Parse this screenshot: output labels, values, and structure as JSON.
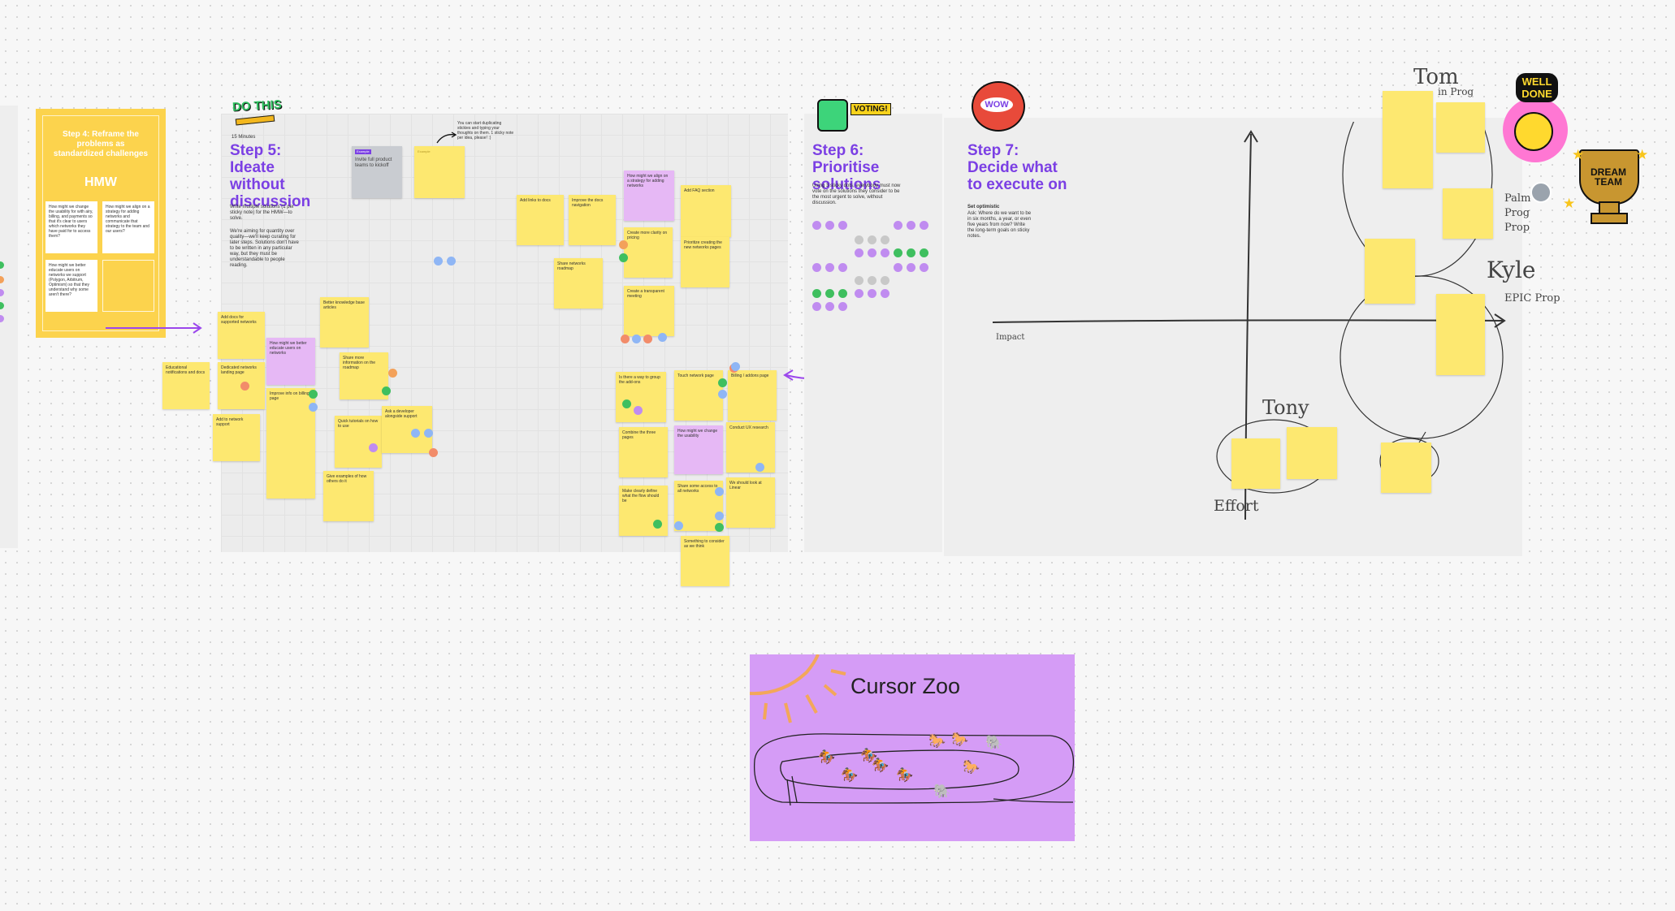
{
  "step4": {
    "title": "Step 4: Reframe the problems as standardized challenges",
    "hmw": "HMW",
    "cards": [
      "How might we change the usability for with airy, billing, and payments so that it's clear to users which networks they have paid for to access them?",
      "How might we align on a strategy for adding networks and communicate that strategy to the team and our users?",
      "How might we better educate users on networks we support (Polygon, Arbitrum, Optimism) so that they understand why some aren't there?",
      ""
    ]
  },
  "step5": {
    "sticker": "DO THIS",
    "minutes": "15 Minutes",
    "title": "Step 5: Ideate without discussion",
    "desc1": "Write multiple solutions (1 per sticky note) for the HMW—to solve.",
    "desc2": "We're aiming for quantity over quality—we'll keep curating for later steps. Solutions don't have to be written in any particular way, but they must be understandable to people reading.",
    "note_top": "You can start duplicating stickies and typing your thoughts on them. 1 sticky note per idea, please! :)",
    "grey_label": "Invite full product teams to kickoff",
    "grey_tag": "Example",
    "yellow_tag": "Example",
    "stickies": [
      "Add docs for supported networks",
      "Dedicated networks landing page",
      "Educational notifications and docs",
      "Add to network support",
      "Better knowledge base articles",
      "Share more information on the roadmap",
      "Quick tutorials on how to use",
      "How might we better educate users on networks",
      "Improve info on billing page",
      "Ask a developer alongside support",
      "Give examples of how others do it",
      "Add links to docs",
      "Improve the docs navigation",
      "Share networks roadmap",
      "Create more clarity on pricing",
      "Add FAQ section",
      "How might we align on a strategy for adding networks",
      "Prioritize creating the new networks pages",
      "Create a transparent meeting",
      "Is there a way to group the add-ons",
      "Combine the three pages",
      "Make clearly define what the flow should be",
      "Touch network page",
      "Billing / addons page",
      "How might we change the usability",
      "Conduct UX research",
      "Share some access to all networks",
      "We should look at Linear",
      "Something to consider as we think"
    ]
  },
  "step6": {
    "sticker": "VOTING!",
    "title": "Step 6: Prioritise solutions",
    "desc": "Using 3 sticky dots, everybody must now vote on the solutions they consider to be the most urgent to solve, without discussion."
  },
  "step7": {
    "sticker": "WOW",
    "title": "Step 7: Decide what to execute on",
    "subtitle": "Set optimistic",
    "desc": "Ask: Where do we want to be in six months, a year, or even five years from now? Write the long-term goals on sticky notes.",
    "impact_label": "Impact",
    "effort_label": "Effort",
    "names": [
      "Tom",
      "Kyle",
      "Tony"
    ],
    "notes": [
      "in Prog",
      "Palm Prog Prop",
      "EPIC Prop"
    ]
  },
  "stickers": {
    "well_done": "WELL DONE",
    "dream_team": "DREAM TEAM"
  },
  "cursor_zoo": {
    "title": "Cursor Zoo"
  },
  "colors": {
    "accent": "#7b3fe4",
    "sticky_yellow": "#fde870",
    "sticky_purple": "#e6b8f5",
    "zoo_bg": "#d59cf6",
    "step4_bg": "#fcd34d"
  }
}
